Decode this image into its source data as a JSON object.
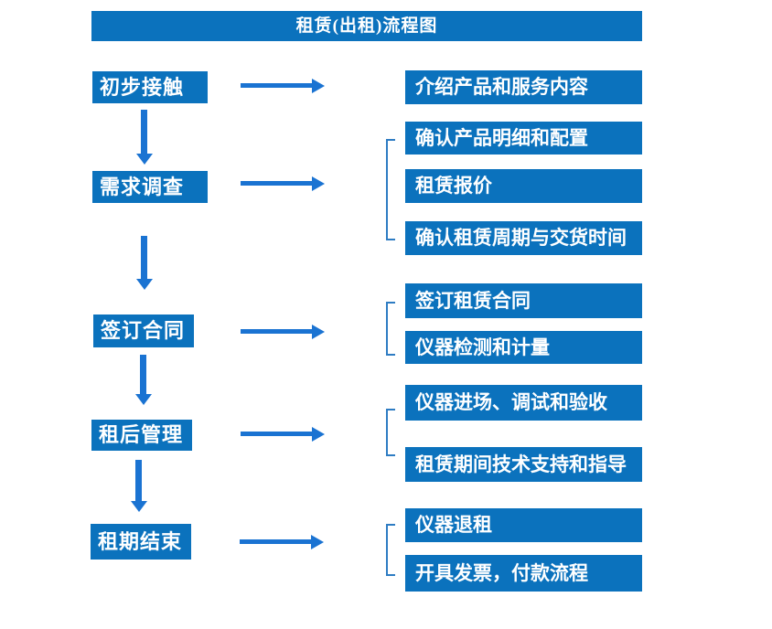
{
  "title": "租赁(出租)流程图",
  "colors": {
    "box_blue": "#0b72bd",
    "arrow_blue": "#1a73d2",
    "text_white": "#ffffff"
  },
  "flow": {
    "steps": [
      {
        "label": "初步接触",
        "details": [
          "介绍产品和服务内容"
        ]
      },
      {
        "label": "需求调查",
        "details": [
          "确认产品明细和配置",
          "租赁报价",
          "确认租赁周期与交货时间"
        ]
      },
      {
        "label": "签订合同",
        "details": [
          "签订租赁合同",
          "仪器检测和计量"
        ]
      },
      {
        "label": "租后管理",
        "details": [
          "仪器进场、调试和验收",
          "租赁期间技术支持和指导"
        ]
      },
      {
        "label": "租期结束",
        "details": [
          "仪器退租",
          "开具发票，付款流程"
        ]
      }
    ]
  }
}
